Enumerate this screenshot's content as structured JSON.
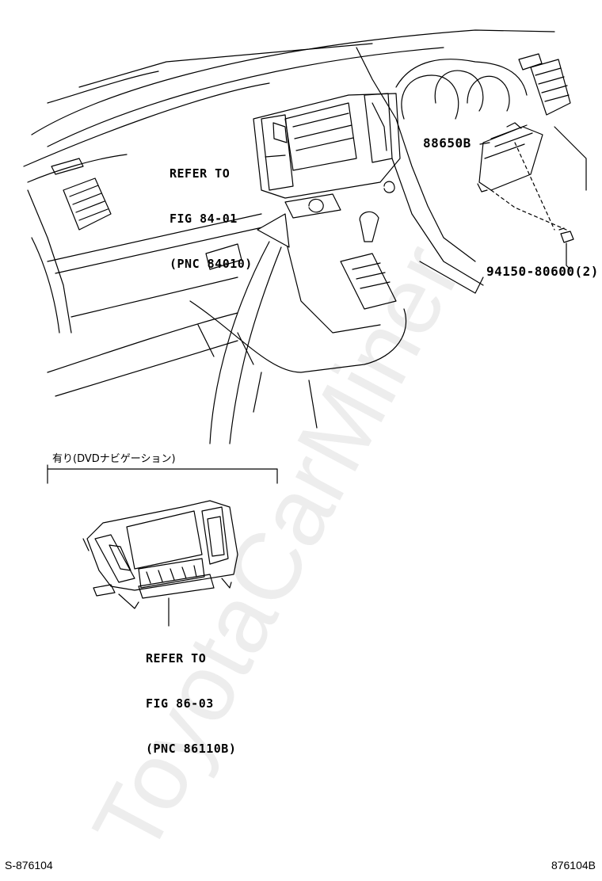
{
  "callouts": {
    "refer_top": {
      "line1": "REFER TO",
      "line2": "FIG 84-01",
      "line3": "(PNC 84010)"
    },
    "refer_bottom": {
      "line1": "REFER TO",
      "line2": "FIG 86-03",
      "line3": "(PNC 86110B)"
    }
  },
  "parts": {
    "part_88650B": "88650B",
    "part_bolt": "94150-80600(2)"
  },
  "condition_label": "有り(DVDナビゲーション)",
  "watermark": "ToyotaCarMiner",
  "footer": {
    "left": "S-876104",
    "right": "876104B"
  },
  "colors": {
    "line": "#000000",
    "watermark": "#d9d9d9"
  }
}
